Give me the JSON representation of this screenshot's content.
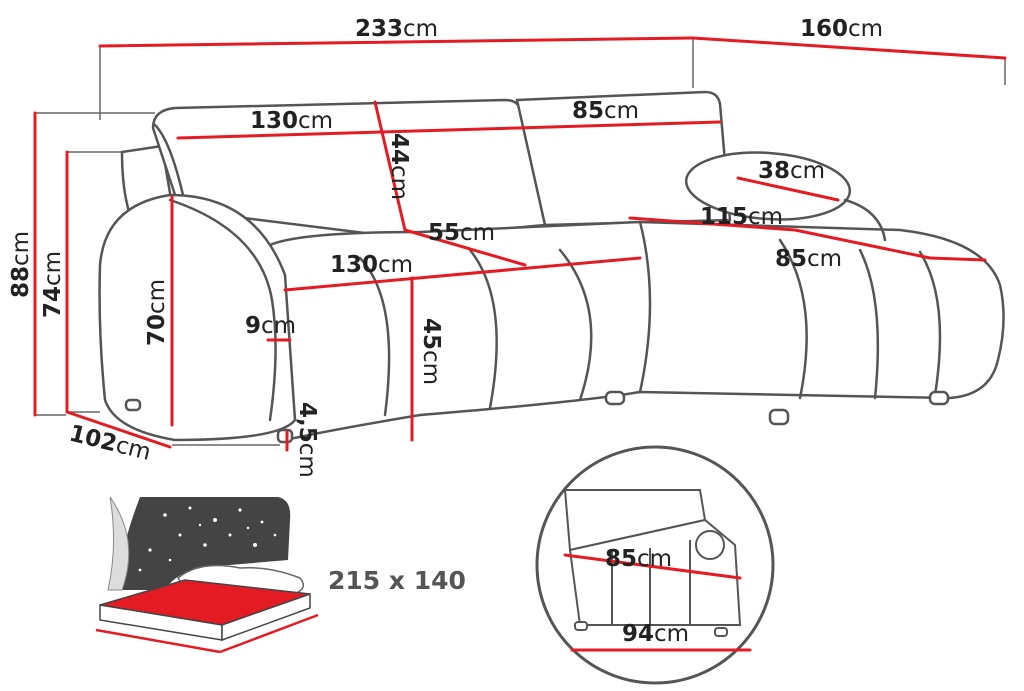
{
  "colors": {
    "outline": "#555555",
    "measure": "#e51b24",
    "bedBlack": "#444444",
    "bedRed": "#e51b24",
    "text": "#222222"
  },
  "dimensions": {
    "total_width": {
      "value": "233",
      "unit": "cm"
    },
    "chaise_depth": {
      "value": "160",
      "unit": "cm"
    },
    "back_left": {
      "value": "130",
      "unit": "cm"
    },
    "back_right": {
      "value": "85",
      "unit": "cm"
    },
    "back_height": {
      "value": "44",
      "unit": "cm"
    },
    "pillow": {
      "value": "38",
      "unit": "cm"
    },
    "chaise_length": {
      "value": "115",
      "unit": "cm"
    },
    "seat_depth": {
      "value": "55",
      "unit": "cm"
    },
    "seat_width": {
      "value": "130",
      "unit": "cm"
    },
    "chaise_width": {
      "value": "85",
      "unit": "cm"
    },
    "height_total": {
      "value": "88",
      "unit": "cm"
    },
    "height_arm": {
      "value": "74",
      "unit": "cm"
    },
    "arm_height": {
      "value": "70",
      "unit": "cm"
    },
    "arm_width": {
      "value": "9",
      "unit": "cm"
    },
    "seat_height": {
      "value": "45",
      "unit": "cm"
    },
    "leg_height": {
      "value": "4,5",
      "unit": "cm"
    },
    "depth": {
      "value": "102",
      "unit": "cm"
    },
    "inset_top": {
      "value": "85",
      "unit": "cm"
    },
    "inset_bottom": {
      "value": "94",
      "unit": "cm"
    }
  },
  "bed": {
    "label": "215 x 140"
  }
}
